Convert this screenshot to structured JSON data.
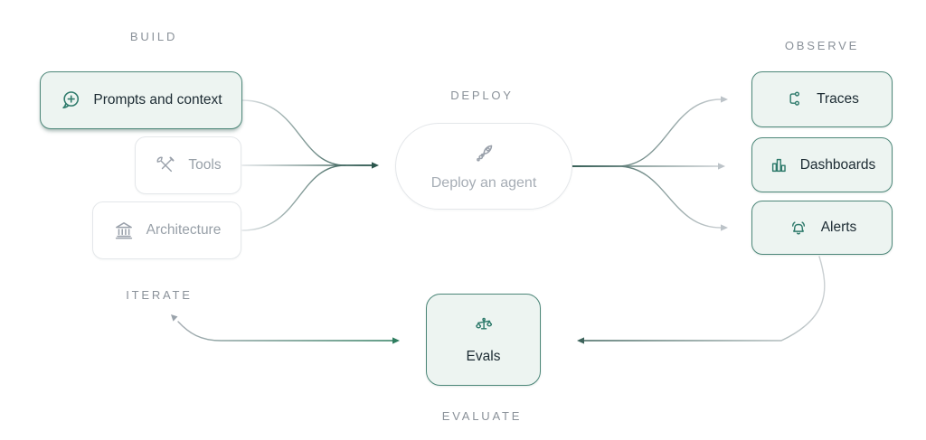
{
  "stage_labels": {
    "build": "BUILD",
    "deploy": "DEPLOY",
    "observe": "OBSERVE",
    "iterate": "ITERATE",
    "evaluate": "EVALUATE"
  },
  "nodes": {
    "prompts": {
      "label": "Prompts and context",
      "icon": "speech-bubble-plus-icon",
      "style": "highlighted-teal"
    },
    "tools": {
      "label": "Tools",
      "icon": "wrench-screwdriver-icon",
      "style": "muted"
    },
    "architecture": {
      "label": "Architecture",
      "icon": "bank-icon",
      "style": "muted"
    },
    "deploy_agent": {
      "label": "Deploy an agent",
      "icon": "rocket-icon",
      "style": "muted-pill"
    },
    "traces": {
      "label": "Traces",
      "icon": "trace-branch-icon",
      "style": "highlighted-teal"
    },
    "dashboards": {
      "label": "Dashboards",
      "icon": "bar-chart-icon",
      "style": "highlighted-teal"
    },
    "alerts": {
      "label": "Alerts",
      "icon": "bell-icon",
      "style": "highlighted-teal"
    },
    "evals": {
      "label": "Evals",
      "icon": "scales-icon",
      "style": "highlighted-teal"
    }
  },
  "connections": [
    {
      "from": "prompts",
      "to": "deploy_agent"
    },
    {
      "from": "tools",
      "to": "deploy_agent"
    },
    {
      "from": "architecture",
      "to": "deploy_agent"
    },
    {
      "from": "deploy_agent",
      "to": "traces"
    },
    {
      "from": "deploy_agent",
      "to": "dashboards"
    },
    {
      "from": "deploy_agent",
      "to": "alerts"
    },
    {
      "from": "observe",
      "to": "evals"
    },
    {
      "from": "evals",
      "to": "iterate"
    }
  ],
  "colors": {
    "teal_border": "#4d8779",
    "teal_icon": "#2e7a6b",
    "teal_card_bg": "#edf4f1",
    "dark_text": "#1c2b33",
    "muted_text": "#98a0a8",
    "stage_label_text": "#8a9199",
    "line_dark_teal": "#2b564d",
    "line_light_gray": "#ccd1d4",
    "arrow_green": "#2e7d5f"
  }
}
